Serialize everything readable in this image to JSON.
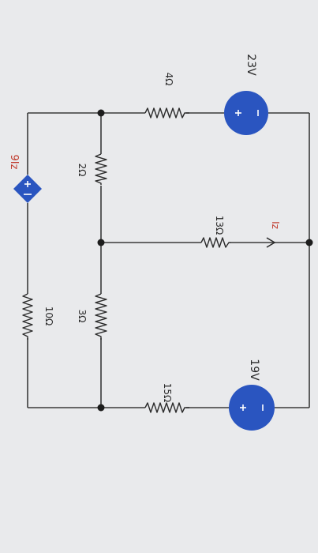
{
  "components": {
    "r_10": "10Ω",
    "r_3": "3Ω",
    "r_2": "2Ω",
    "r_15": "15Ω",
    "r_13": "13Ω",
    "r_4": "4Ω",
    "v_19": "19V",
    "v_23": "23V",
    "dep_source": "9Iz",
    "current_label": "Iz"
  },
  "colors": {
    "source_fill": "#2a55c0",
    "annotation_red": "#c0392b"
  }
}
